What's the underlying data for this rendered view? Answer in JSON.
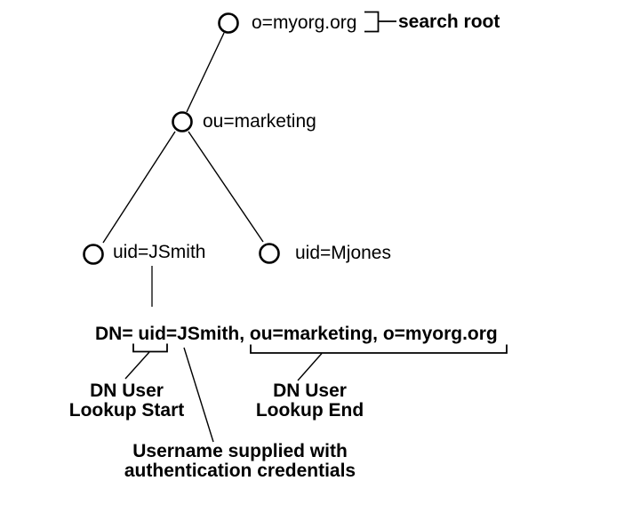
{
  "page": {
    "background": "#ffffff"
  },
  "tree": {
    "root_label": "o=myorg.org",
    "ou_label": "ou=marketing",
    "user1_label": "uid=JSmith",
    "user2_label": "uid=Mjones"
  },
  "callouts": {
    "search_root": "search root",
    "dn_line": "DN= uid=JSmith, ou=marketing, o=myorg.org",
    "lookup_start_line1": "DN User",
    "lookup_start_line2": "Lookup Start",
    "lookup_end_line1": "DN User",
    "lookup_end_line2": "Lookup End",
    "username_line1": "Username supplied with",
    "username_line2": "authentication credentials"
  },
  "colors": {
    "ink": "#000000",
    "connector_gray": "#5a5a5a"
  }
}
